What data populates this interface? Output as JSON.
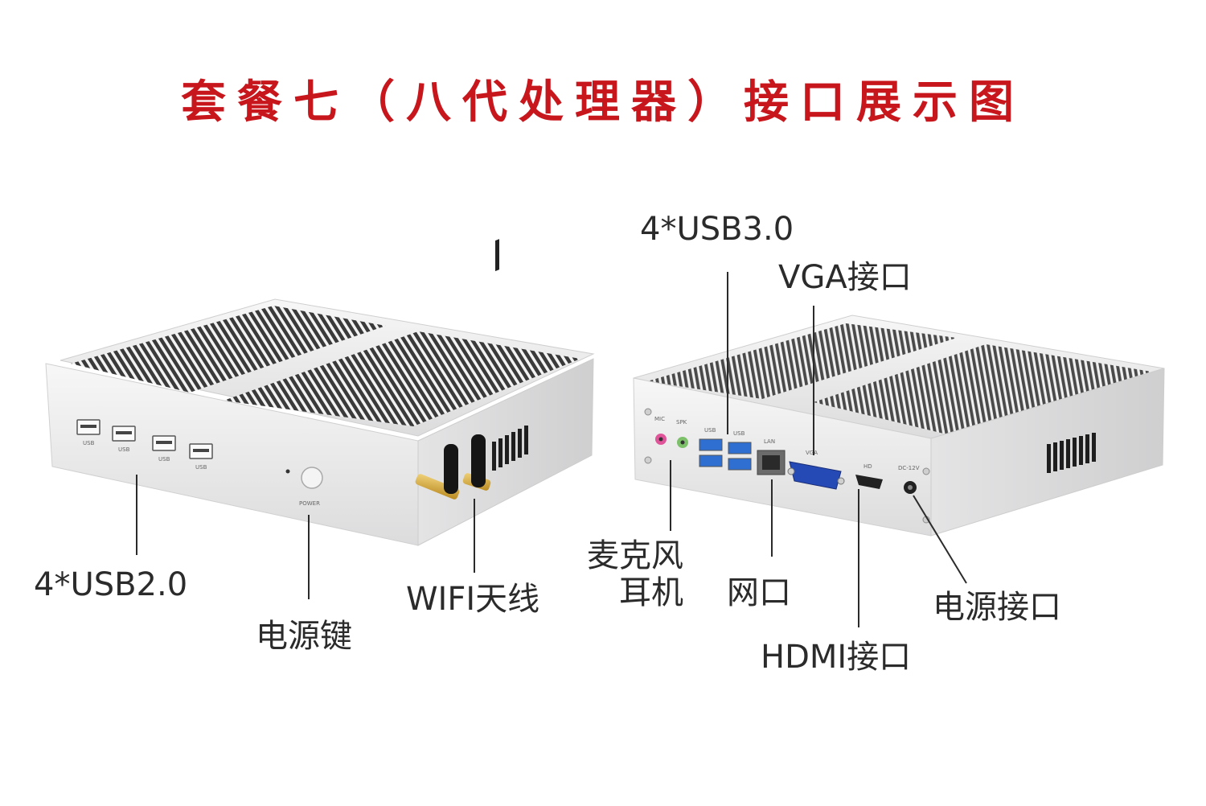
{
  "title": "套餐七（八代处理器）接口展示图",
  "labels": {
    "usb2": "4*USB2.0",
    "power_button": "电源键",
    "wifi": "WIFI天线",
    "usb3": "4*USB3.0",
    "vga": "VGA接口",
    "mic_line1": "麦克风",
    "mic_line2": "耳机",
    "lan": "网口",
    "hdmi": "HDMI接口",
    "power_port": "电源接口"
  },
  "port_marks": {
    "usb": "USB",
    "power": "POWER",
    "mic": "MIC",
    "spk": "SPK",
    "lan": "LAN",
    "vga": "VGA",
    "hdmi": "HD",
    "dc": "DC-12V"
  },
  "colors": {
    "title": "#c8161d",
    "label": "#2b2b2b",
    "chassis": "#e9e9ea",
    "fins": "#3a3a3a",
    "usb3_port": "#2f6fd1",
    "vga_port": "#2549b5",
    "mic_jack": "#e0549a",
    "audio_jack": "#7cc06a"
  }
}
